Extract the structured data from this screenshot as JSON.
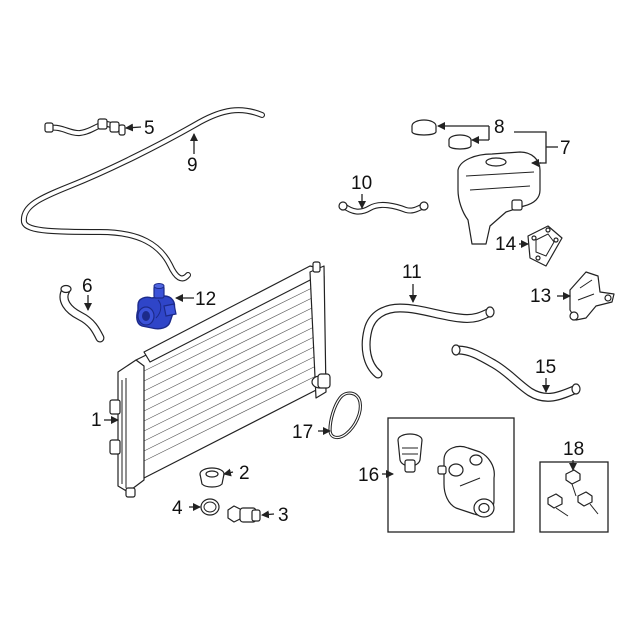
{
  "diagram": {
    "callouts": {
      "c1": "1",
      "c2": "2",
      "c3": "3",
      "c4": "4",
      "c5": "5",
      "c6": "6",
      "c7": "7",
      "c8": "8",
      "c9": "9",
      "c10": "10",
      "c11": "11",
      "c12": "12",
      "c13": "13",
      "c14": "14",
      "c15": "15",
      "c16": "16",
      "c17": "17",
      "c18": "18"
    },
    "colors": {
      "line": "#222222",
      "highlight": "#2f45c8",
      "highlight_dark": "#1c2a8a",
      "background": "#ffffff"
    },
    "highlighted_part": "12"
  }
}
